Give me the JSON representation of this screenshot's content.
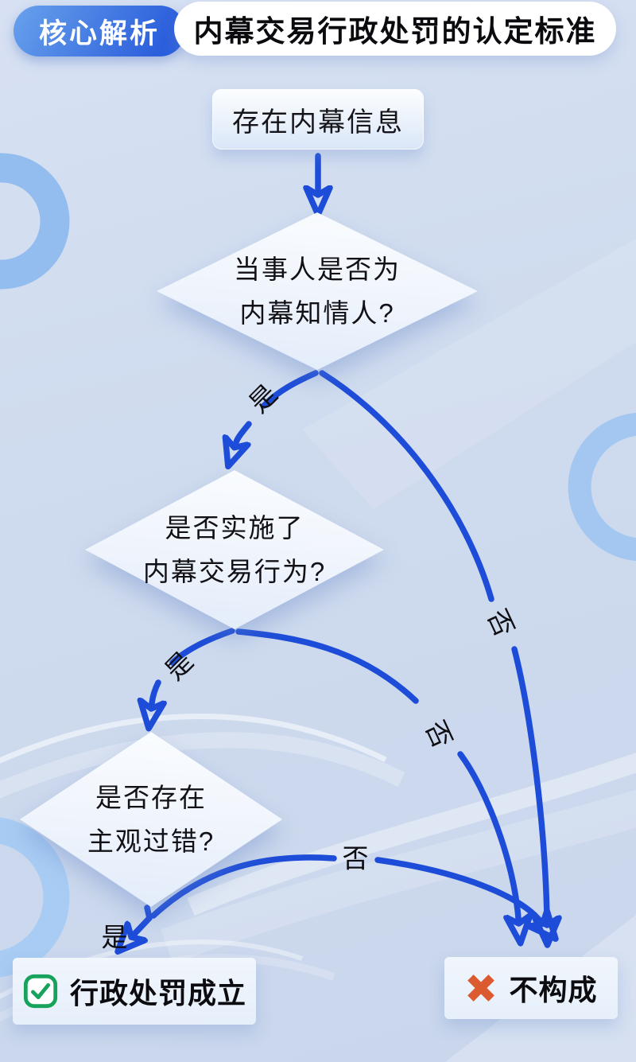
{
  "header": {
    "badge": "核心解析",
    "title": "内幕交易行政处罚的认定标准"
  },
  "flowchart": {
    "start": {
      "label": "存在内幕信息"
    },
    "decisions": [
      {
        "line1": "当事人是否为",
        "line2": "内幕知情人?"
      },
      {
        "line1": "是否实施了",
        "line2": "内幕交易行为?"
      },
      {
        "line1": "是否存在",
        "line2": "主观过错?"
      }
    ],
    "edge_labels": {
      "yes": "是",
      "no": "否"
    },
    "outcomes": [
      {
        "icon": "check-icon",
        "label": "行政处罚成立"
      },
      {
        "icon": "cross-icon",
        "label": "不构成"
      }
    ]
  },
  "colors": {
    "arrow_blue": "#1d4cd8",
    "badge_gradient_start": "#68a2ec",
    "badge_gradient_end": "#2c5fdc",
    "check_green": "#17a35b",
    "cross_orange": "#dc5a30",
    "background_base": "#cdd9ee",
    "ring_blue": "#9cc2f0"
  }
}
